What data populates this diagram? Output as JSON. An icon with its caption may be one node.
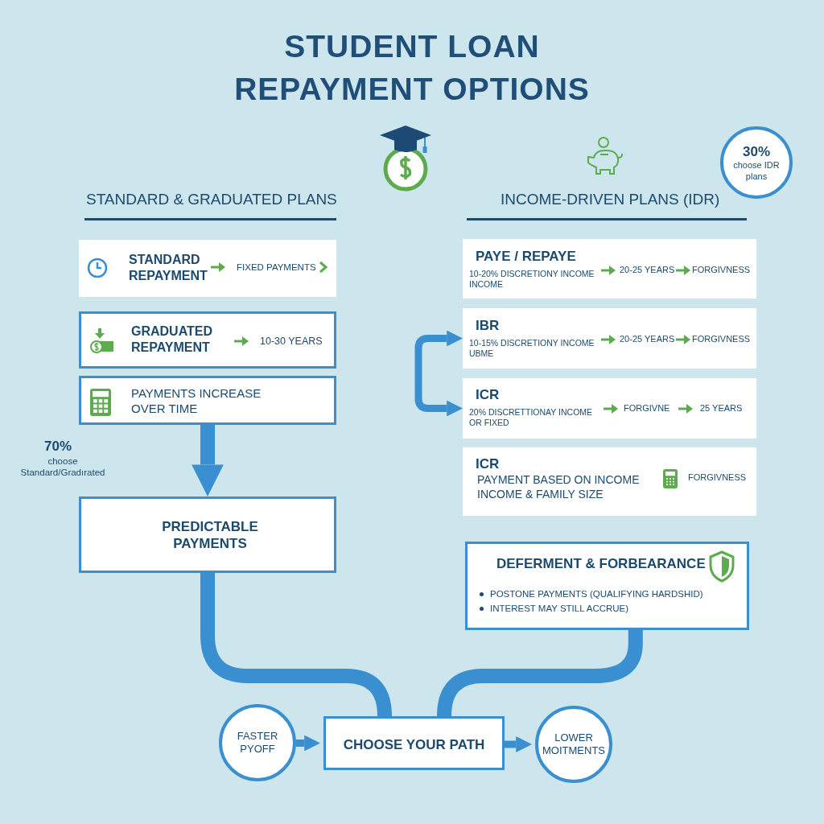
{
  "diagram": {
    "title": "STUDENT LOAN REPAYMENT OPTIONS",
    "nodes": [
      {
        "text": [
          "STANDARD REPAYMENT",
          "FIXED PAYMENTS"
        ]
      },
      {
        "text": [
          "GRADUATED REPAYMENT",
          "10-30 YEARS"
        ]
      },
      {
        "text": [
          "PAYMENTS INCREASE OVER TIME"
        ]
      },
      {
        "text": [
          "PREDICTABLE PAYMENTS"
        ]
      },
      {
        "text": [
          "PAYE / REPAYE",
          "10-20% DISCRETIONY INCOME INCOME",
          "20-25 YEARS",
          "FORGIVNESS"
        ]
      },
      {
        "text": [
          "IBR",
          "10-15% DISCRETIONY INCOME UBME",
          "20-25 YEARS",
          "FORGIVNESS"
        ]
      },
      {
        "text": [
          "ICR",
          "20% DISCRETTIONAY INCOME OR FIXED",
          "FORGIVNE",
          "25 YEARS"
        ]
      },
      {
        "text": [
          "ICR",
          "PAYMENT BASED ON INCOME INCOME & FAMILY SIZE",
          "FORGIVNESS"
        ]
      },
      {
        "text": [
          "DEFERMENT & FORBEARANCE",
          "POSTONE PAYMENTS (QUALIFYING HARDSHID)",
          "INTEREST MAY STILL ACCRUE)"
        ]
      },
      {
        "text": [
          "FASTER PYOFF"
        ]
      },
      {
        "text": [
          "CHOOSE YOUR PATH"
        ]
      },
      {
        "text": [
          "LOWER MOITMENTS"
        ]
      },
      {
        "text": [
          "30%",
          "choose IDR plans"
        ]
      }
    ],
    "edges": [
      {
        "from": 2,
        "to": 3,
        "arrow": "to",
        "style": "thick"
      },
      {
        "from": 3,
        "to": 10,
        "arrow": "none",
        "style": "thick"
      },
      {
        "from": 8,
        "to": 10,
        "arrow": "none",
        "style": "thick"
      },
      {
        "from": 9,
        "to": 10,
        "arrow": "to"
      },
      {
        "from": 10,
        "to": 11,
        "arrow": "to"
      },
      {
        "from": 5,
        "to": 6,
        "arrow": "both"
      }
    ],
    "labels": [
      "STANDARD & GRADUATED PLANS",
      "INCOME-DRIVEN PLANS (IDR)",
      "70%",
      "choose Standard/Gradırated"
    ]
  }
}
